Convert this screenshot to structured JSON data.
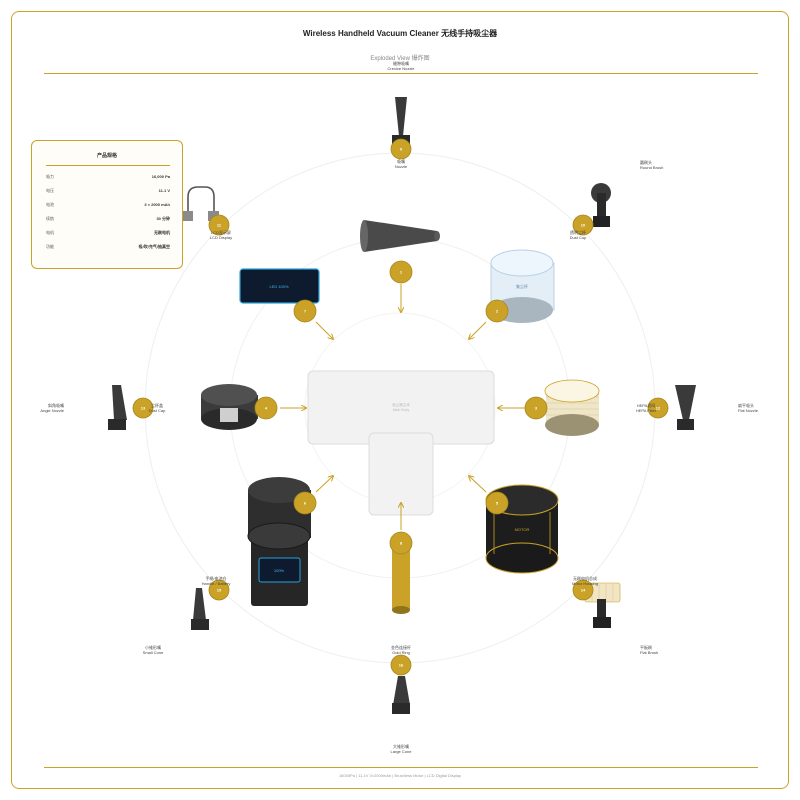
{
  "header": {
    "title": "Wireless Handheld Vacuum Cleaner  无线手持吸尘器",
    "subtitle": "Exploded View  爆炸图"
  },
  "footer": {
    "text": "16000Pa  |  11.1V 3×2000mAh  |  Brushless Motor  |  LCD Digital Display"
  },
  "center": {
    "body_label_cn": "吸尘器主体",
    "body_label_en": "Main Body"
  },
  "spec_card": {
    "title": "产品规格",
    "rows": [
      {
        "k": "吸力",
        "v": "16,000 Pa"
      },
      {
        "k": "电压",
        "v": "11.1 V"
      },
      {
        "k": "电池",
        "v": "3 × 2000 mAh"
      },
      {
        "k": "续航",
        "v": "30 分钟"
      },
      {
        "k": "电机",
        "v": "无刷电机"
      },
      {
        "k": "功能",
        "v": "吸/吹/充气/抽真空"
      }
    ]
  },
  "callouts": {
    "c1": "1",
    "c2": "2",
    "c3": "3",
    "c4": "4",
    "c5": "5",
    "c6": "6",
    "c7": "7",
    "c8": "8",
    "c9": "9",
    "c10": "10",
    "c11": "11",
    "c12": "12",
    "c13": "13",
    "c14": "14",
    "c15": "15",
    "c16": "16"
  },
  "parts": {
    "crevice": {
      "cn": "缝隙吸嘴",
      "en": "Crevice Nozzle"
    },
    "nozzle": {
      "cn": "吸嘴",
      "en": "Nozzle"
    },
    "round_brush": {
      "cn": "圆刷头",
      "en": "Round Brush"
    },
    "usb": {
      "cn": "USB充电线",
      "en": "USB Cable"
    },
    "lcd": {
      "cn": "LCD显示屏",
      "en": "LCD Display"
    },
    "dust_cup": {
      "cn": "透明尘杯",
      "en": "Dust Cup"
    },
    "angle": {
      "cn": "斜角吸嘴",
      "en": "Angle Nozzle"
    },
    "dust_cap": {
      "cn": "尘杯盖",
      "en": "Dust Cap"
    },
    "hepa": {
      "cn": "HEPA滤网",
      "en": "HEPA Filter"
    },
    "flat_nozzle": {
      "cn": "扁平吸头",
      "en": "Flat Nozzle"
    },
    "battery": {
      "cn": "手柄/电池仓",
      "en": "Handle / Battery"
    },
    "motor": {
      "cn": "无刷电机总成",
      "en": "Motor Housing"
    },
    "small_cone": {
      "cn": "小锥形嘴",
      "en": "Small Cone"
    },
    "gold_ring": {
      "cn": "金色连接杆",
      "en": "Gold Ring"
    },
    "flat_brush": {
      "cn": "平板刷",
      "en": "Flat Brush"
    },
    "large_cone": {
      "cn": "大锥形嘴",
      "en": "Large Cone"
    }
  },
  "screens": {
    "lcd_text": "LED 100%",
    "battery_text": "100%",
    "motor_text": "MOTOR",
    "cup_text": "集尘杯"
  },
  "colors": {
    "accent": "#c9a227",
    "dark": "#2b2b2b",
    "screen": "#1b6fd1"
  }
}
